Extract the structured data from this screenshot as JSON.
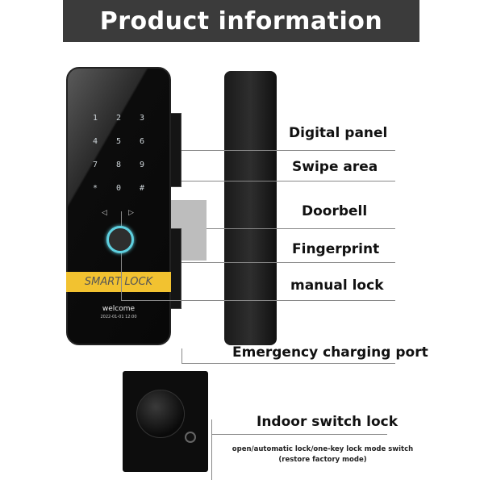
{
  "header": {
    "title": "Product information"
  },
  "keypad": {
    "keys": [
      "1",
      "2",
      "3",
      "4",
      "5",
      "6",
      "7",
      "8",
      "9",
      "*",
      "0",
      "#"
    ]
  },
  "panel": {
    "brand": "SMART LOCK",
    "welcome": "welcome",
    "datetime": "2022-01-01 12:00"
  },
  "labels": {
    "digital_panel": "Digital panel",
    "swipe_area": "Swipe area",
    "doorbell": "Doorbell",
    "fingerprint": "Fingerprint",
    "manual_lock": "manual lock",
    "emergency": "Emergency charging port",
    "indoor": "Indoor switch lock",
    "indoor_desc1": "open/automatic lock/one-key lock mode switch",
    "indoor_desc2": "(restore factory mode)"
  },
  "colors": {
    "header": "#3b3b3b",
    "band": "#f2c230",
    "ring": "#5ed0e0"
  }
}
